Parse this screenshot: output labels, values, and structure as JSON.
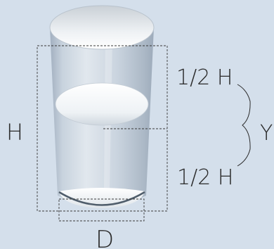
{
  "labels": {
    "height": "H",
    "upper_half": "1/2 H",
    "lower_half": "1/2 H",
    "combined": "Y",
    "diameter": "D"
  },
  "colors": {
    "background": "#d4dfeb",
    "glass_body": "#b7c4d2",
    "ellipse_fill": "#f2f5f7",
    "dash_line": "#3a3a3a",
    "text": "#2a2a2a"
  }
}
